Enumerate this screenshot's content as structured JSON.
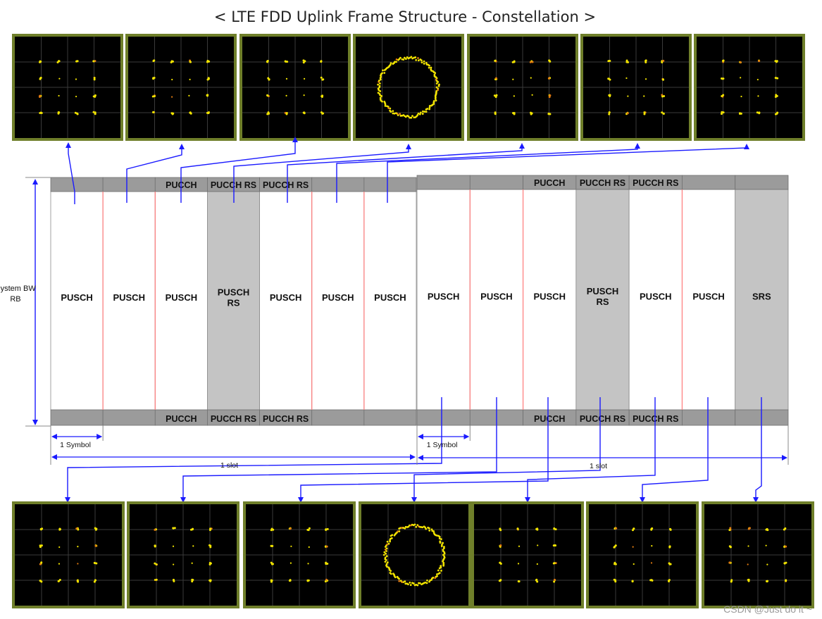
{
  "title": "< LTE FDD Uplink Frame Structure - Constellation >",
  "bw_label_line1": "System BW",
  "bw_label_line2": "RB",
  "slots": [
    {
      "label": "1 slot",
      "symbol_label": "1 Symbol",
      "symbols": [
        {
          "top": "",
          "main": [
            "PUSCH"
          ],
          "bottom": "",
          "shaded": false
        },
        {
          "top": "",
          "main": [
            "PUSCH"
          ],
          "bottom": "",
          "shaded": false
        },
        {
          "top": "PUCCH",
          "main": [
            "PUSCH"
          ],
          "bottom": "PUCCH",
          "shaded": false
        },
        {
          "top": "PUCCH RS",
          "main": [
            "PUSCH",
            "RS"
          ],
          "bottom": "PUCCH RS",
          "shaded": true
        },
        {
          "top": "PUCCH RS",
          "main": [
            "PUSCH"
          ],
          "bottom": "PUCCH RS",
          "shaded": false
        },
        {
          "top": "",
          "main": [
            "PUSCH"
          ],
          "bottom": "",
          "shaded": false
        },
        {
          "top": "",
          "main": [
            "PUSCH"
          ],
          "bottom": "",
          "shaded": false
        }
      ]
    },
    {
      "label": "1 slot",
      "symbol_label": "1 Symbol",
      "symbols": [
        {
          "top": "",
          "main": [
            "PUSCH"
          ],
          "bottom": "",
          "shaded": false
        },
        {
          "top": "",
          "main": [
            "PUSCH"
          ],
          "bottom": "",
          "shaded": false
        },
        {
          "top": "PUCCH",
          "main": [
            "PUSCH"
          ],
          "bottom": "PUCCH",
          "shaded": false
        },
        {
          "top": "PUCCH RS",
          "main": [
            "PUSCH",
            "RS"
          ],
          "bottom": "PUCCH RS",
          "shaded": true
        },
        {
          "top": "PUCCH RS",
          "main": [
            "PUSCH"
          ],
          "bottom": "PUCCH RS",
          "shaded": false
        },
        {
          "top": "",
          "main": [
            "PUSCH"
          ],
          "bottom": "",
          "shaded": false
        },
        {
          "top": "",
          "main": [
            "SRS"
          ],
          "bottom": "",
          "shaded": true
        }
      ]
    }
  ],
  "constellations_top": [
    "16qam",
    "16qam",
    "16qam",
    "circle",
    "16qam",
    "16qam",
    "16qam"
  ],
  "constellations_bottom": [
    "16qam",
    "16qam",
    "16qam",
    "circle",
    "16qam",
    "16qam",
    "16qam"
  ],
  "watermark": "CSDN @Just do it ~",
  "colors": {
    "band": "#9b9b9b",
    "shaded_column": "#c4c4c4",
    "red_divider": "#ff7a7a",
    "arrow": "#1a1aff",
    "scope_frame": "#6f7f2a",
    "scope_bg": "#000000",
    "scope_grid": "#3a3a3a",
    "point": "#f2e400",
    "point_alt": "#e07a10"
  }
}
